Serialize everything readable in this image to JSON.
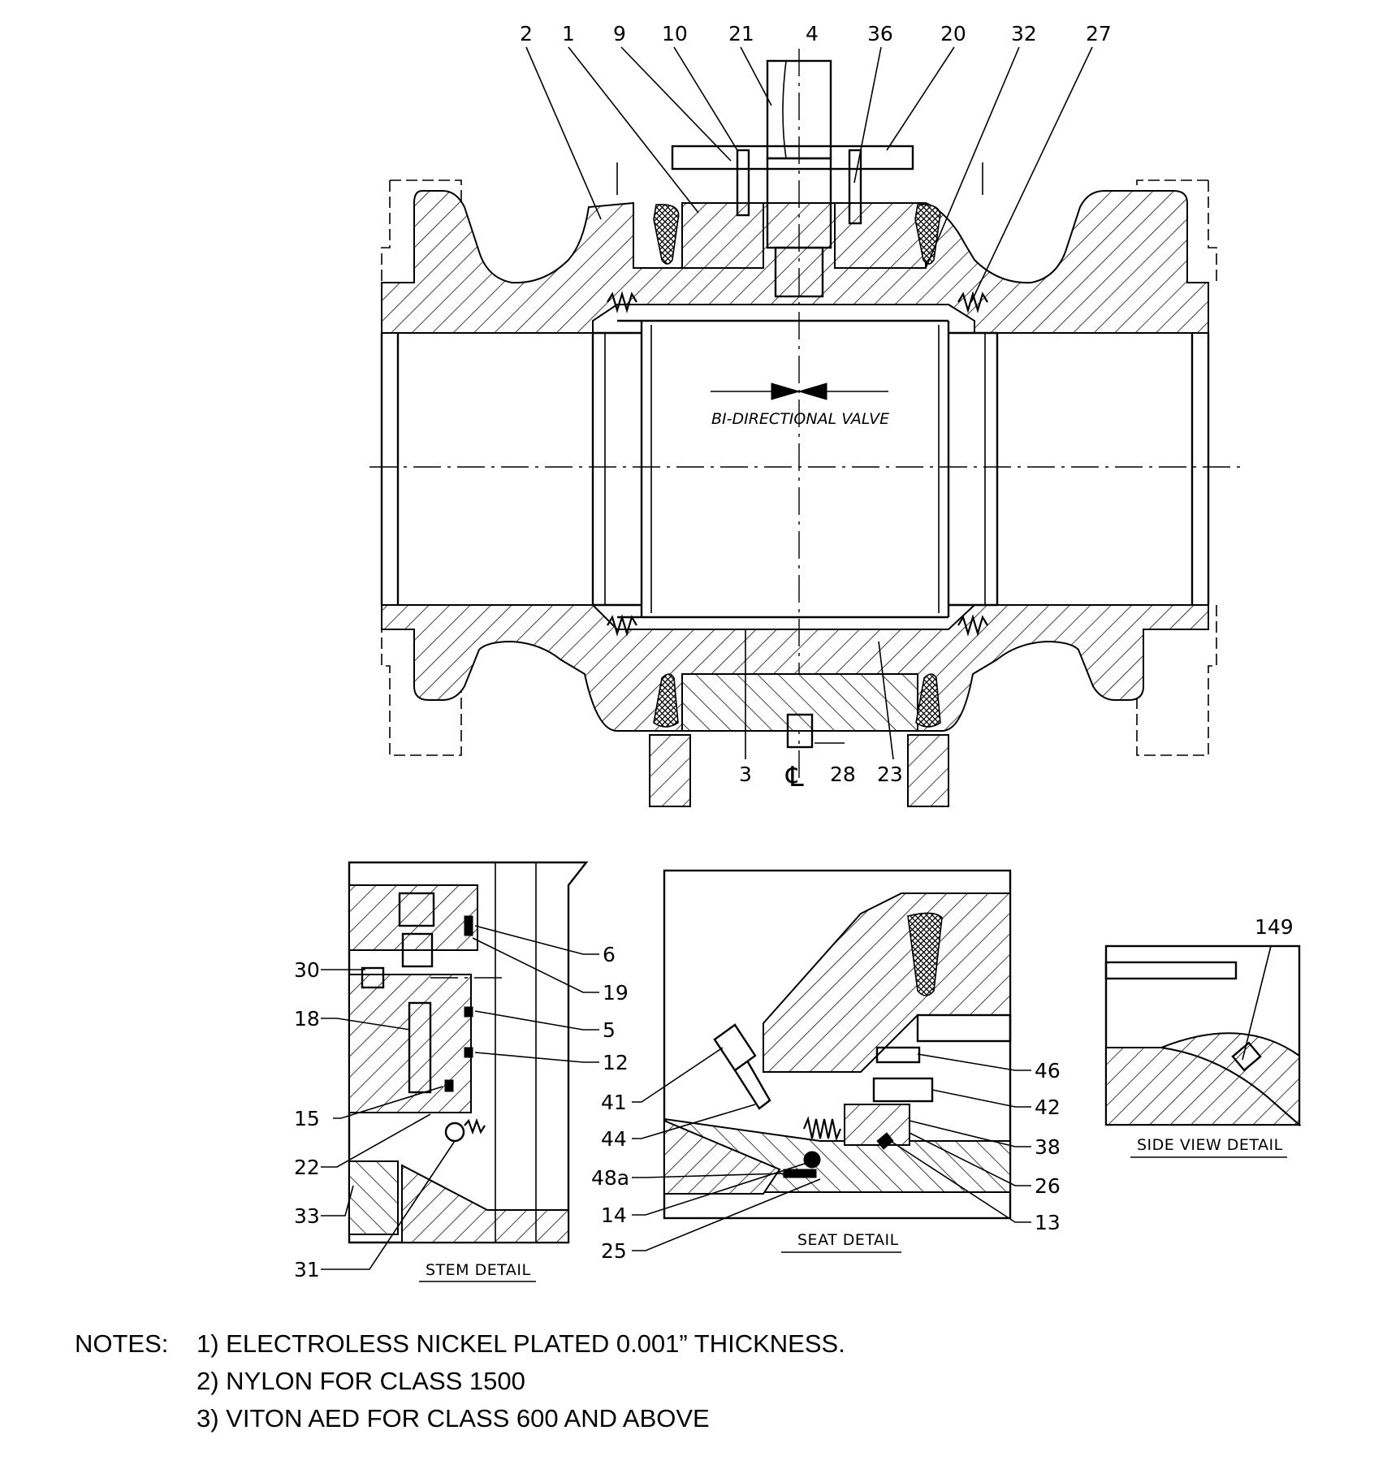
{
  "callouts_top": [
    "2",
    "1",
    "9",
    "10",
    "21",
    "4",
    "36",
    "20",
    "32",
    "27"
  ],
  "callouts_bottom": [
    "3",
    "28",
    "23"
  ],
  "centerline_symbol": "℄",
  "flow_label": "BI-DIRECTIONAL VALVE",
  "stem_detail": {
    "title": "STEM DETAIL",
    "left_callouts": [
      "30",
      "18",
      "15",
      "22",
      "33",
      "31"
    ],
    "right_callouts": [
      "6",
      "19",
      "5",
      "12"
    ]
  },
  "seat_detail": {
    "title": "SEAT DETAIL",
    "left_callouts": [
      "41",
      "44",
      "48a",
      "14",
      "25"
    ],
    "right_callouts": [
      "46",
      "42",
      "38",
      "26",
      "13"
    ]
  },
  "side_view_detail": {
    "title": "SIDE VIEW DETAIL",
    "callout": "149"
  },
  "notes": {
    "label": "NOTES:",
    "items": [
      "1) ELECTROLESS NICKEL PLATED 0.001” THICKNESS.",
      "2) NYLON FOR CLASS 1500",
      "3) VITON AED FOR CLASS 600 AND ABOVE"
    ]
  }
}
